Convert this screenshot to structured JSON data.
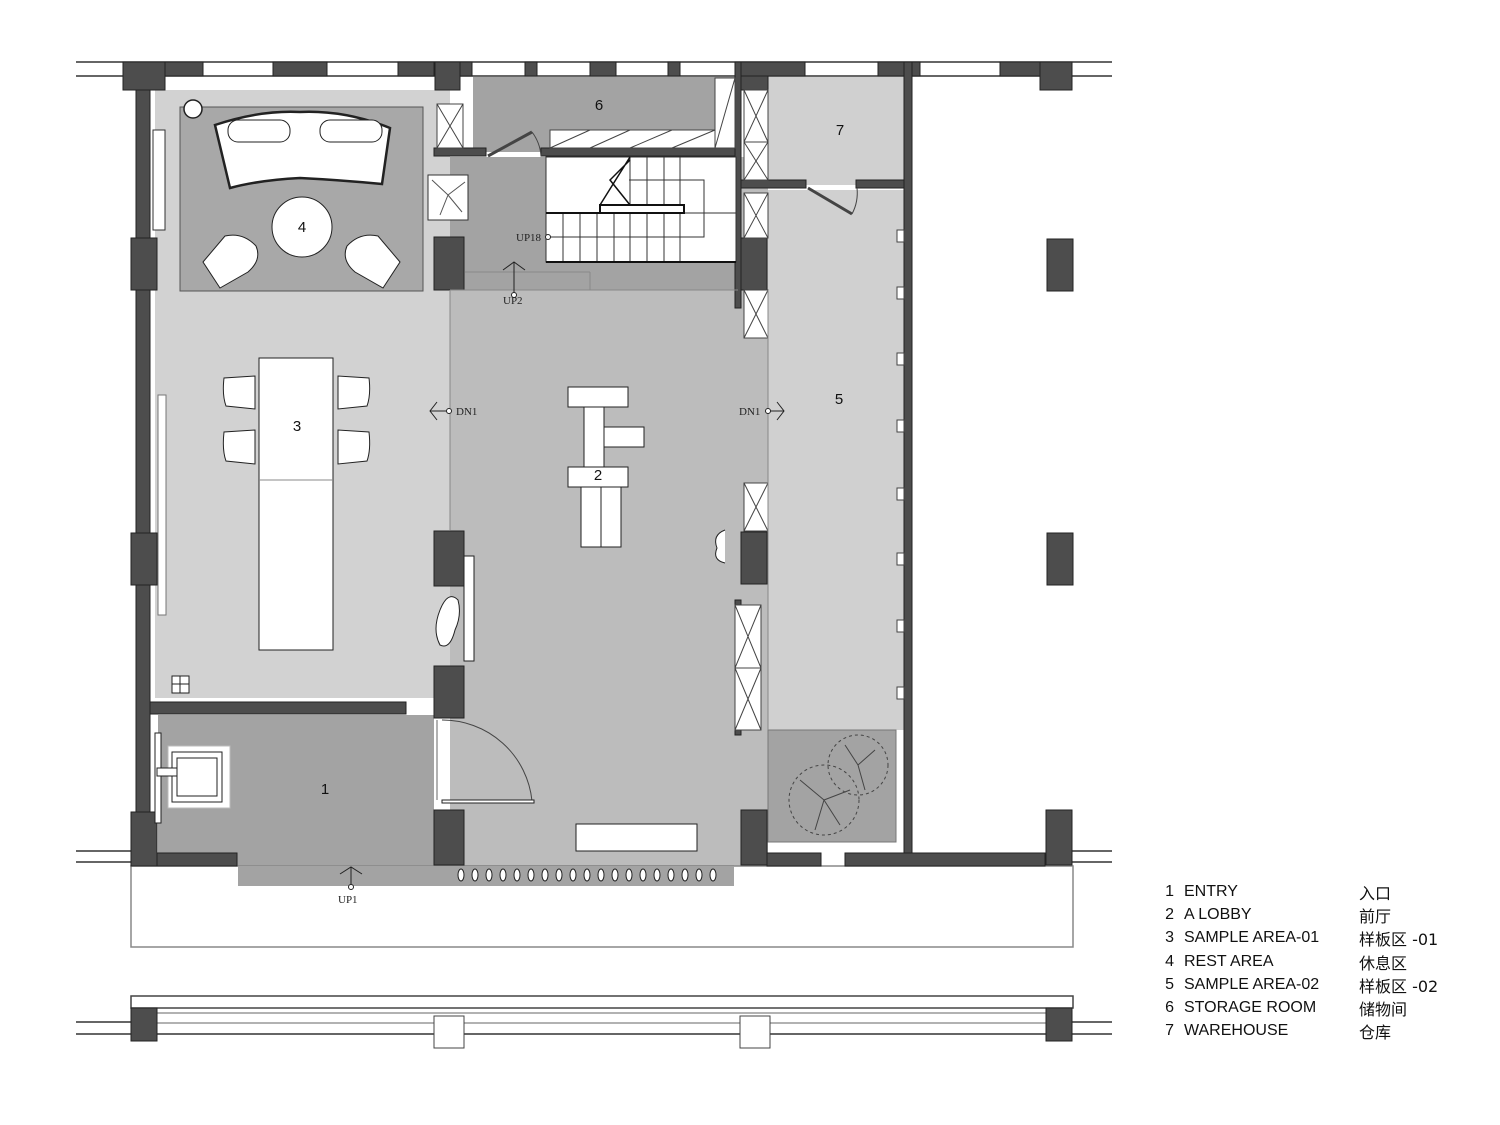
{
  "plan": {
    "rooms": [
      {
        "id": 1,
        "label": "1"
      },
      {
        "id": 2,
        "label": "2"
      },
      {
        "id": 3,
        "label": "3"
      },
      {
        "id": 4,
        "label": "4"
      },
      {
        "id": 5,
        "label": "5"
      },
      {
        "id": 6,
        "label": "6"
      },
      {
        "id": 7,
        "label": "7"
      }
    ],
    "markers": {
      "up1": "UP1",
      "up2": "UP2",
      "up18": "UP18",
      "dn1_left": "DN1",
      "dn1_right": "DN1"
    }
  },
  "legend": {
    "items": [
      {
        "num": "1",
        "en": "ENTRY",
        "cn": "入口"
      },
      {
        "num": "2",
        "en": "A LOBBY",
        "cn": "前厅"
      },
      {
        "num": "3",
        "en": "SAMPLE AREA-01",
        "cn": "样板区 -01"
      },
      {
        "num": "4",
        "en": "REST AREA",
        "cn": "休息区"
      },
      {
        "num": "5",
        "en": "SAMPLE AREA-02",
        "cn": "样板区 -02"
      },
      {
        "num": "6",
        "en": "STORAGE ROOM",
        "cn": "储物间"
      },
      {
        "num": "7",
        "en": "WAREHOUSE",
        "cn": "仓库"
      }
    ]
  },
  "colors": {
    "wall": "#4d4d4d",
    "floor_light": "#d0d0d0",
    "floor_mid": "#bdbdbd",
    "floor_dark": "#a3a3a3",
    "furniture": "#ffffff"
  }
}
